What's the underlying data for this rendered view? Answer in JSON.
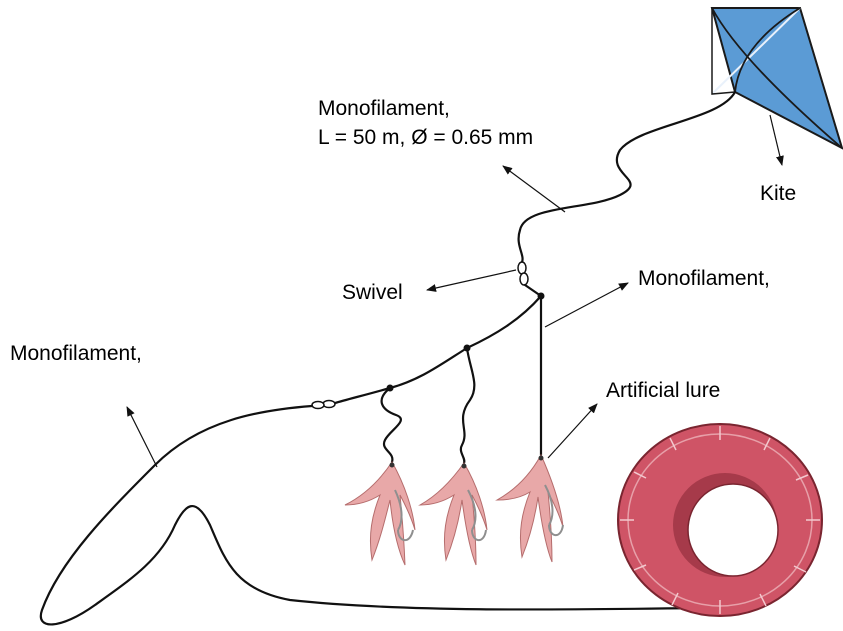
{
  "labels": {
    "main_line_line1": "Monofilament,",
    "main_line_line2": "L = 50 m, Ø = 0.65 mm",
    "kite": "Kite",
    "swivel": "Swivel",
    "branch_line": "Monofilament,",
    "lower_line": "Monofilament,",
    "lure": "Artificial lure"
  },
  "colors": {
    "kite_fill": "#5b9bd5",
    "reel_fill": "#cf5466",
    "reel_hole": "#ffffff",
    "lure_pink": "#e8a8a8",
    "line": "#111111"
  }
}
